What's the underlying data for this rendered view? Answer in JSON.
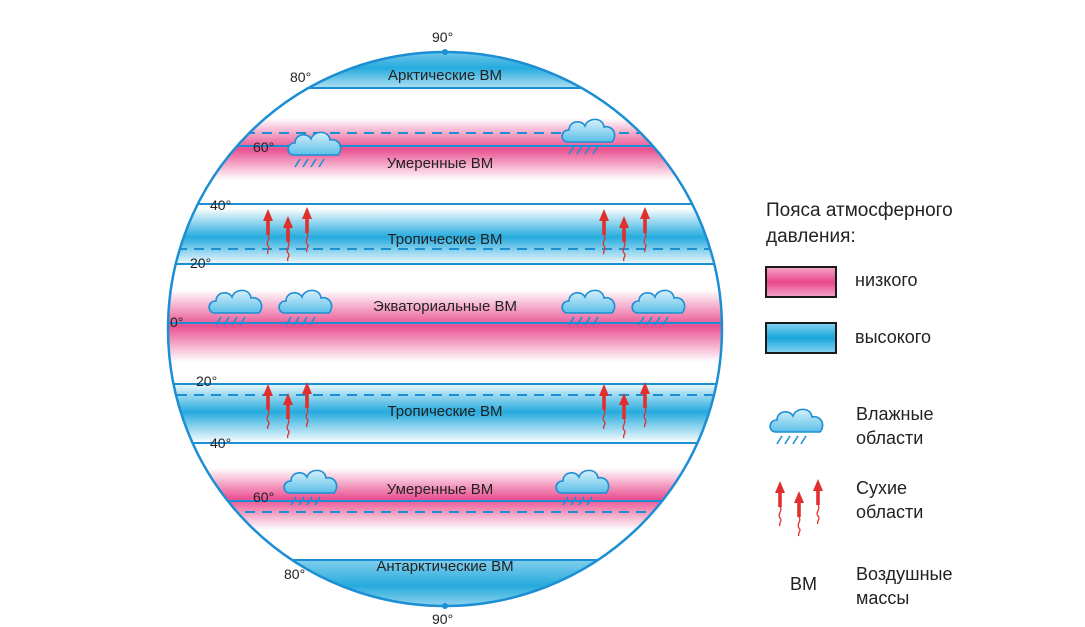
{
  "diagram": {
    "top_deg": "90°",
    "bottom_deg": "90°",
    "zones": {
      "arctic": "Арктические ВМ",
      "temperate_n": "Умеренные ВМ",
      "tropical_n": "Тропические ВМ",
      "equatorial": "Экваториальные ВМ",
      "tropical_s": "Тропические ВМ",
      "temperate_s": "Умеренные ВМ",
      "antarctic": "Антарктические ВМ"
    },
    "latitudes": {
      "n80": "80°",
      "n60": "60°",
      "n40": "40°",
      "n20": "20°",
      "eq": "0°",
      "s20": "20°",
      "s40": "40°",
      "s60": "60°",
      "s80": "80°"
    },
    "colors": {
      "low_pressure": "#e8478b",
      "high_pressure": "#1aa6dc",
      "outline": "#1c8fd4",
      "arrow": "#e0302e"
    }
  },
  "legend": {
    "title_line1": "Пояса атмосферного",
    "title_line2": "давления:",
    "low_label": "низкого",
    "high_label": "высокого",
    "wet_line1": "Влажные",
    "wet_line2": "области",
    "dry_line1": "Сухие",
    "dry_line2": "области",
    "vm_abbr": "ВМ",
    "vm_line1": "Воздушные",
    "vm_line2": "массы"
  }
}
